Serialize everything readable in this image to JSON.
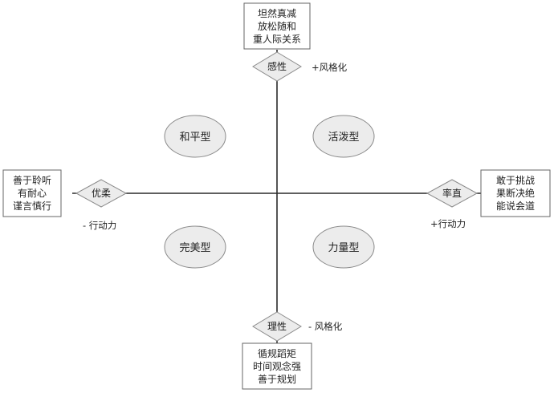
{
  "colors": {
    "line": "#2a2a2a",
    "box_border": "#666666",
    "box_fill": "#ffffff",
    "diamond_fill": "#ececec",
    "diamond_border": "#8a8a8a",
    "ellipse_fill": "#ececec",
    "ellipse_border": "#8a8a8a",
    "text": "#222222"
  },
  "axes": {
    "top": {
      "diamond_label": "感性",
      "annotation": "+风格化",
      "box_lines": [
        "坦然真减",
        "放松随和",
        "重人际关系"
      ]
    },
    "bottom": {
      "diamond_label": "理性",
      "annotation": "- 风格化",
      "box_lines": [
        "循规蹈矩",
        "时间观念强",
        "善于规划"
      ]
    },
    "left": {
      "diamond_label": "优柔",
      "annotation": "- 行动力",
      "box_lines": [
        "善于聆听",
        "有耐心",
        "谨言慎行"
      ]
    },
    "right": {
      "diamond_label": "率直",
      "annotation": "+行动力",
      "box_lines": [
        "敢于挑战",
        "果断决绝",
        "能说会道"
      ]
    }
  },
  "types": {
    "top_left": "和平型",
    "top_right": "活泼型",
    "bottom_left": "完美型",
    "bottom_right": "力量型"
  }
}
